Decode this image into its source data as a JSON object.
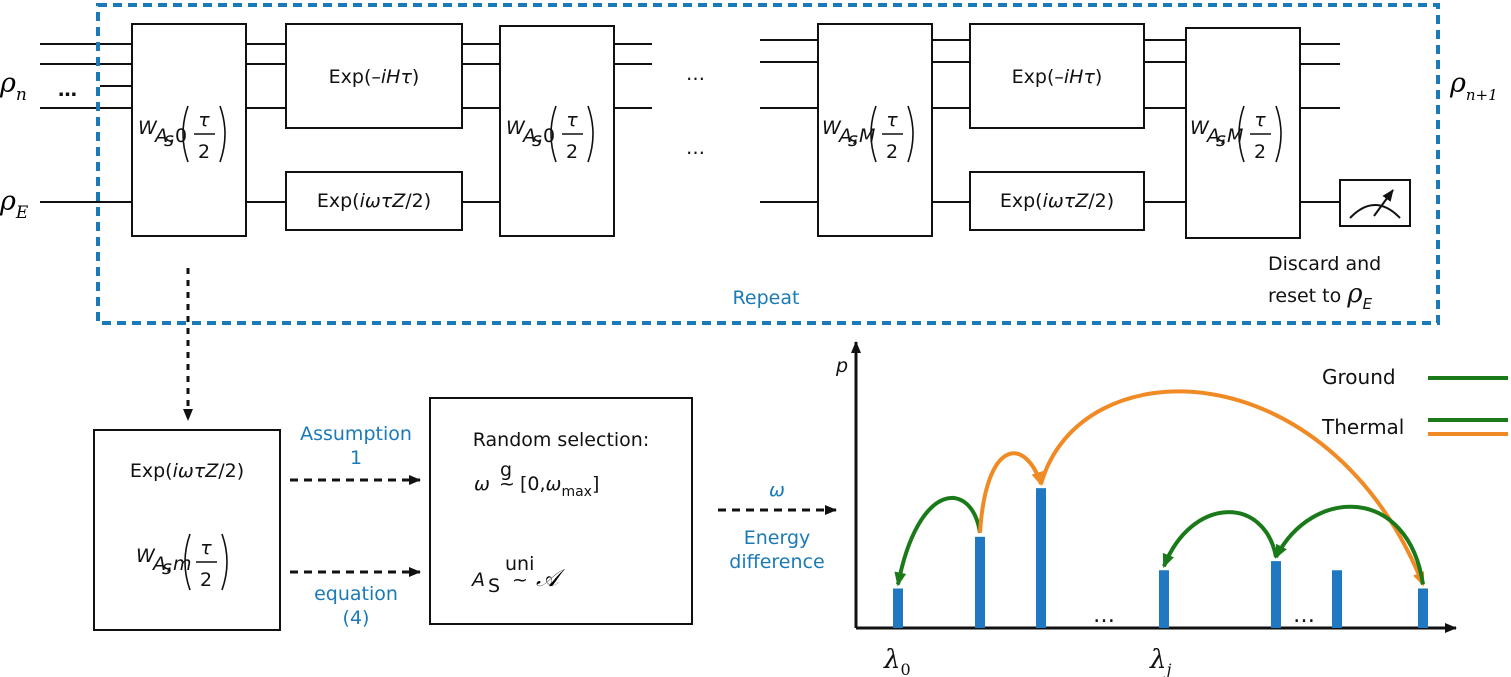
{
  "circuit": {
    "input_state": {
      "base": "ρ",
      "sub": "n"
    },
    "output_state": {
      "base": "ρ",
      "sub": "n+1"
    },
    "env_state": {
      "base": "ρ",
      "sub": "E"
    },
    "ellipsis": "…",
    "repeat_label": "Repeat",
    "w0": {
      "base": "W",
      "sub1": "A",
      "sub2": "s",
      "idx": ",0",
      "num": "τ",
      "den": "2"
    },
    "wM": {
      "base": "W",
      "sub1": "A",
      "sub2": "s",
      "idx": ",M",
      "num": "τ",
      "den": "2"
    },
    "exp_h": {
      "pre": "Exp(–",
      "var": "iHτ",
      "post": ")"
    },
    "exp_z": {
      "pre": "Exp(",
      "var": "iωτZ",
      "post": "/2)"
    },
    "discard_line1": "Discard and",
    "discard_line2": "reset to ",
    "discard_state": {
      "base": "ρ",
      "sub": "E"
    },
    "colors": {
      "repeat_border": "#1a7ab8",
      "text_blue": "#1a7ab8"
    }
  },
  "pipeline": {
    "box1": {
      "exp_z": {
        "pre": "Exp(",
        "var": "iωτZ",
        "post": "/2)"
      },
      "wm": {
        "base": "W",
        "sub1": "A",
        "sub2": "s",
        "idx": ",m",
        "num": "τ",
        "den": "2"
      }
    },
    "arrow1_label_top": [
      "Assumption",
      "1"
    ],
    "arrow1_label_bottom": [
      "equation",
      "(4)"
    ],
    "box2": {
      "title": "Random selection:",
      "omega_line": {
        "var": "ω",
        "over": "g",
        "tilde": "~",
        "range_pre": "[0,",
        "range_var": "ω",
        "range_sub": "max",
        "range_post": "]"
      },
      "as_line": {
        "var": "A",
        "sub": "S",
        "over": "uni",
        "tilde": "~",
        "set": "𝒜"
      }
    },
    "arrow2_label_top": "ω",
    "arrow2_label_bottom": [
      "Energy",
      "difference"
    ]
  },
  "chart_data": {
    "type": "bar",
    "ylabel": "p",
    "x_tick_labels": [
      {
        "base": "λ",
        "sub": "0",
        "at": 1
      },
      {
        "base": "λ",
        "sub": "j",
        "at": 5
      }
    ],
    "bars": [
      {
        "i": 1,
        "value": 0.26
      },
      {
        "i": 3,
        "value": 0.6
      },
      {
        "i": 4,
        "value": 0.92
      },
      {
        "i": 5,
        "value": 0.38
      },
      {
        "i": 6,
        "value": 0.44
      },
      {
        "i": 7,
        "value": 0.38
      },
      {
        "i": 8,
        "value": 0.26
      }
    ],
    "ellipses": [
      {
        "at": 4.6,
        "text": "…"
      },
      {
        "at": 6.65,
        "text": "…"
      }
    ],
    "legend": [
      {
        "label": "Ground",
        "colors": [
          "#1a7a1a"
        ]
      },
      {
        "label": "Thermal",
        "colors": [
          "#1a7a1a",
          "#f08a24"
        ]
      }
    ],
    "transitions": [
      {
        "from": 3,
        "to": 1,
        "kind": "ground"
      },
      {
        "from": 3,
        "to": 4,
        "kind": "thermal"
      },
      {
        "from": 4,
        "to": 8,
        "kind": "thermal"
      },
      {
        "from": 6,
        "to": 5,
        "kind": "ground"
      },
      {
        "from": 8,
        "to": 6,
        "kind": "ground"
      }
    ],
    "colors": {
      "bar": "#1f78c1",
      "ground": "#1a7a1a",
      "thermal": "#f08a24"
    }
  }
}
